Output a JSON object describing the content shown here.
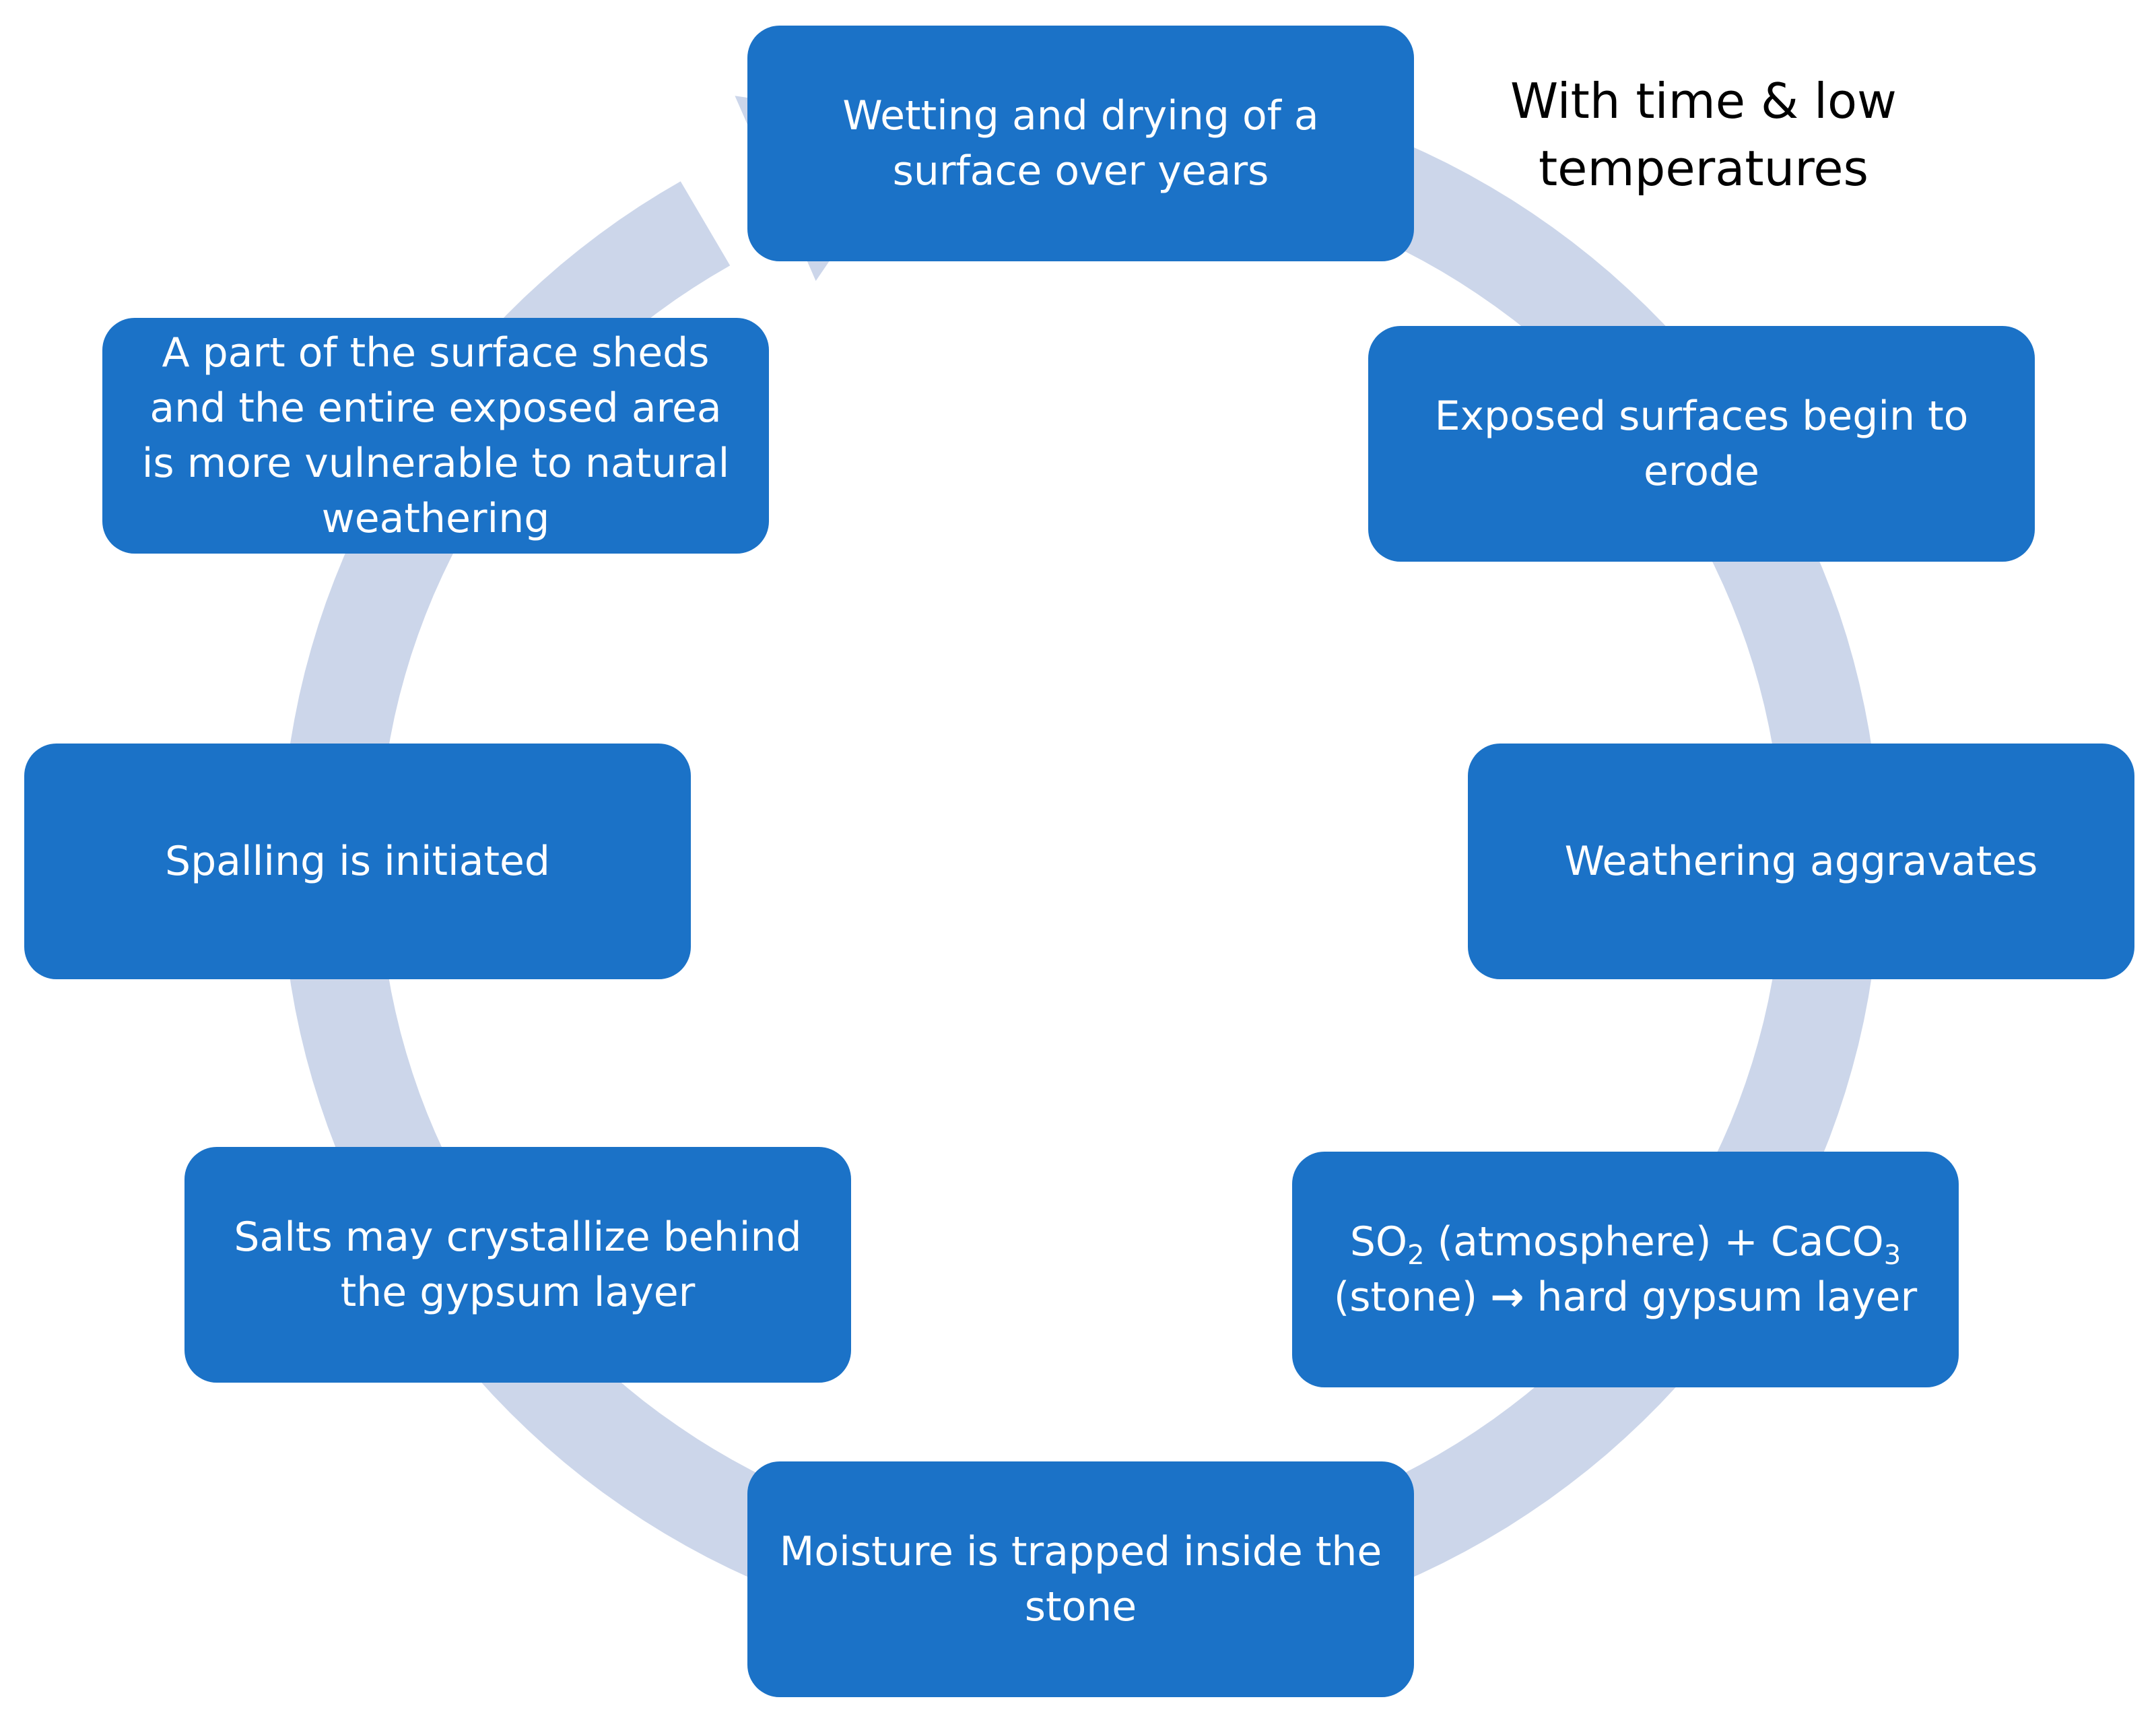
{
  "diagram": {
    "type": "cycle",
    "colors": {
      "node_fill": "#1b72c7",
      "node_text": "#ffffff",
      "ring": "#ccd6ea",
      "note_text": "#000000"
    },
    "note": "With time & low temperatures",
    "steps": [
      {
        "label": "Wetting and drying of a surface over years"
      },
      {
        "label": "Exposed surfaces begin to erode"
      },
      {
        "label": "Weathering aggravates"
      },
      {
        "formula": {
          "a": "SO",
          "a_sub": "2",
          "a_note": "(atmosphere) + CaCO",
          "b_sub": "3",
          "b_note": "(stone)",
          "arrow": "→",
          "product": "hard gypsum layer"
        }
      },
      {
        "label": "Moisture is trapped inside the stone"
      },
      {
        "label": "Salts may crystallize behind the gypsum layer"
      },
      {
        "label": "Spalling is initiated"
      },
      {
        "label": "A part of the surface sheds and the entire exposed area is more vulnerable to natural weathering"
      }
    ]
  }
}
